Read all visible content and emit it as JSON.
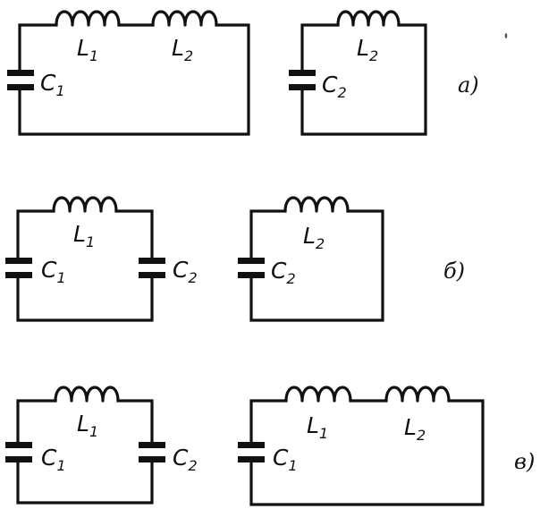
{
  "symbols": {
    "c1": {
      "main": "C",
      "sub": "1"
    },
    "c2": {
      "main": "C",
      "sub": "2"
    },
    "l1": {
      "main": "L",
      "sub": "1"
    },
    "l2": {
      "main": "L",
      "sub": "2"
    }
  },
  "rows": [
    {
      "case_label": "а)"
    },
    {
      "case_label": "б)"
    },
    {
      "case_label": "в)"
    }
  ],
  "colors": {
    "ink": "#111111",
    "background": "#ffffff"
  }
}
